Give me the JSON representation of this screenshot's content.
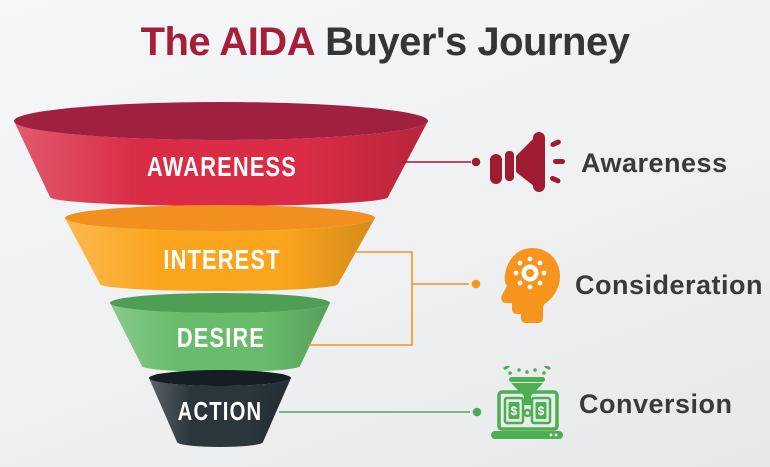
{
  "title": {
    "accent": "The AIDA",
    "rest": "Buyer's Journey"
  },
  "colors": {
    "title-accent": "#a61e38",
    "title-main": "#353535",
    "bg-top": "#f6f7f8",
    "bg-bottom": "#e6e8ea",
    "label-text": "#3a3a3a",
    "stage-text": "#ffffff"
  },
  "funnel": {
    "stages": [
      {
        "label": "AWARENESS",
        "body_color": "#da2c46",
        "rim_color": "#a02040"
      },
      {
        "label": "INTEREST",
        "body_color": "#fba51e",
        "rim_color": "#f1901e"
      },
      {
        "label": "DESIRE",
        "body_color": "#68bc6b",
        "rim_color": "#4e9e53"
      },
      {
        "label": "ACTION",
        "body_color": "#2a353c",
        "rim_color": "#141e23"
      }
    ]
  },
  "legend": {
    "items": [
      {
        "label": "Awareness",
        "icon": "megaphone-icon",
        "color": "#9e1b32",
        "line_color": "#9e1b32"
      },
      {
        "label": "Consideration",
        "icon": "head-idea-icon",
        "color": "#f7941e",
        "line_color": "#f7941e"
      },
      {
        "label": "Conversion",
        "icon": "laptop-funnel-money-icon",
        "color": "#4caf50",
        "line_color": "#55a45b",
        "dollar_symbol": "$"
      }
    ]
  }
}
